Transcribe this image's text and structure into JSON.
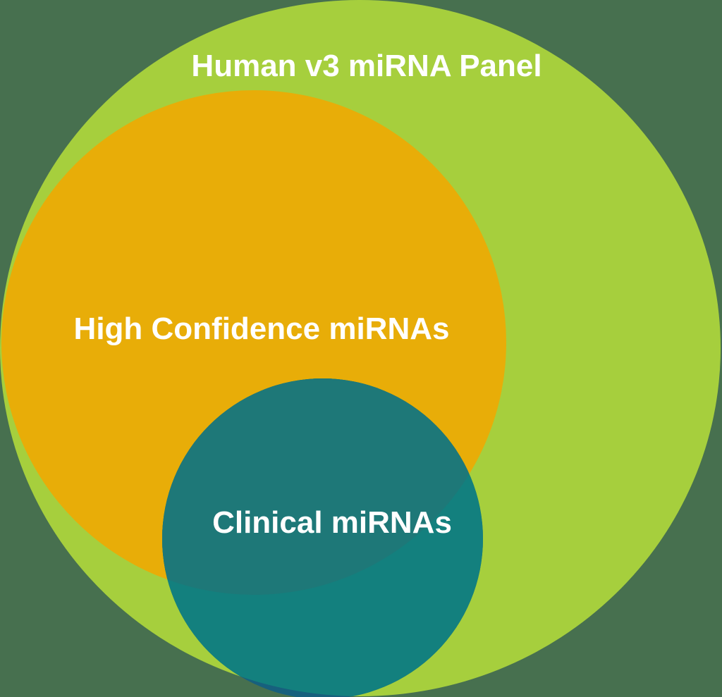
{
  "diagram": {
    "type": "euler-nested-sets",
    "labels": {
      "panel": "Human v3 miRNA Panel",
      "high_confidence": "High Confidence miRNAs",
      "clinical": "Clinical miRNAs"
    },
    "colors": {
      "background": "#47704F",
      "panel_green": "#A6CF3D",
      "high_confidence_orange": "#E8AD08",
      "clinical_teal_on_green": "#13807E",
      "clinical_teal_on_orange": "#1E7878",
      "clinical_teal_on_background": "#17607D",
      "label_text": "#FFFFFF"
    },
    "structure": [
      {
        "set": "Human v3 miRNA Panel",
        "contains": [
          "High Confidence miRNAs",
          "Clinical miRNAs"
        ]
      },
      {
        "set": "High Confidence miRNAs",
        "overlaps": [
          "Clinical miRNAs"
        ]
      },
      {
        "set": "Clinical miRNAs",
        "partially_inside": "High Confidence miRNAs"
      }
    ]
  }
}
